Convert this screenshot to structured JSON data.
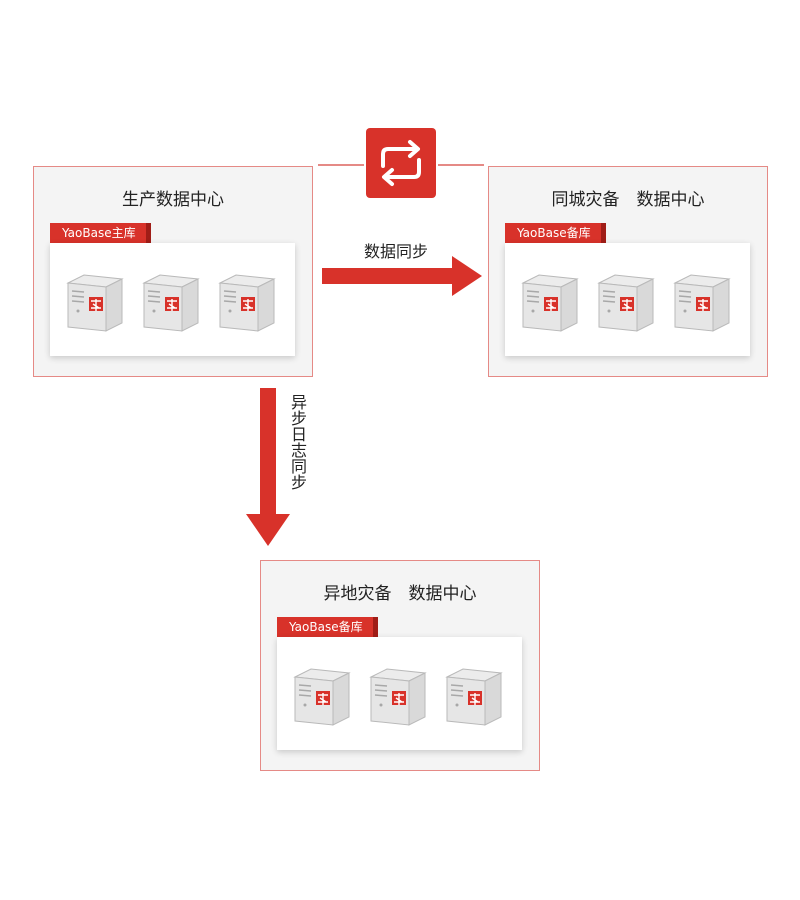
{
  "production": {
    "title": "生产数据中心",
    "tag": "YaoBase主库"
  },
  "same_city": {
    "title": "同城灾备　数据中心",
    "tag": "YaoBase备库"
  },
  "remote": {
    "title": "异地灾备　数据中心",
    "tag": "YaoBase备库"
  },
  "arrows": {
    "data_sync": "数据同步",
    "async_log_sync": "异步日志同步"
  },
  "icons": {
    "sync": "sync-arrows-icon",
    "server": "server-tower-icon"
  },
  "colors": {
    "accent": "#d8322a",
    "accent_dark": "#a01d17",
    "border": "#e58a86",
    "box_bg": "#f4f4f4"
  }
}
